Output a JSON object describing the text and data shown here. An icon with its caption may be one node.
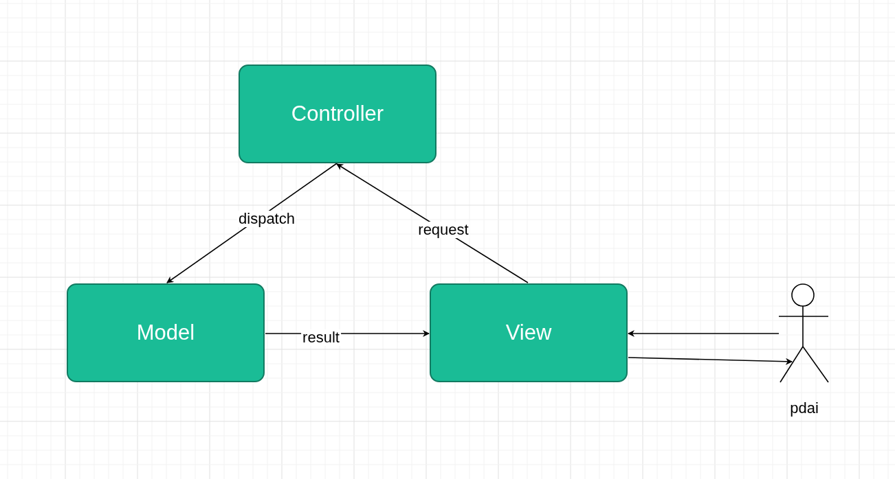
{
  "diagram": {
    "nodes": [
      {
        "text": [
          "Controller"
        ]
      },
      {
        "text": [
          "Model"
        ]
      },
      {
        "text": [
          "View"
        ]
      },
      {
        "text": [
          "pdai"
        ]
      }
    ],
    "edges": [
      {
        "from": 0,
        "to": 1,
        "arrow": "to",
        "label": "dispatch"
      },
      {
        "from": 2,
        "to": 0,
        "arrow": "to",
        "label": "request"
      },
      {
        "from": 1,
        "to": 2,
        "arrow": "to",
        "label": "result"
      },
      {
        "from": 3,
        "to": 2,
        "arrow": "to"
      },
      {
        "from": 2,
        "to": 3,
        "arrow": "to"
      }
    ]
  }
}
